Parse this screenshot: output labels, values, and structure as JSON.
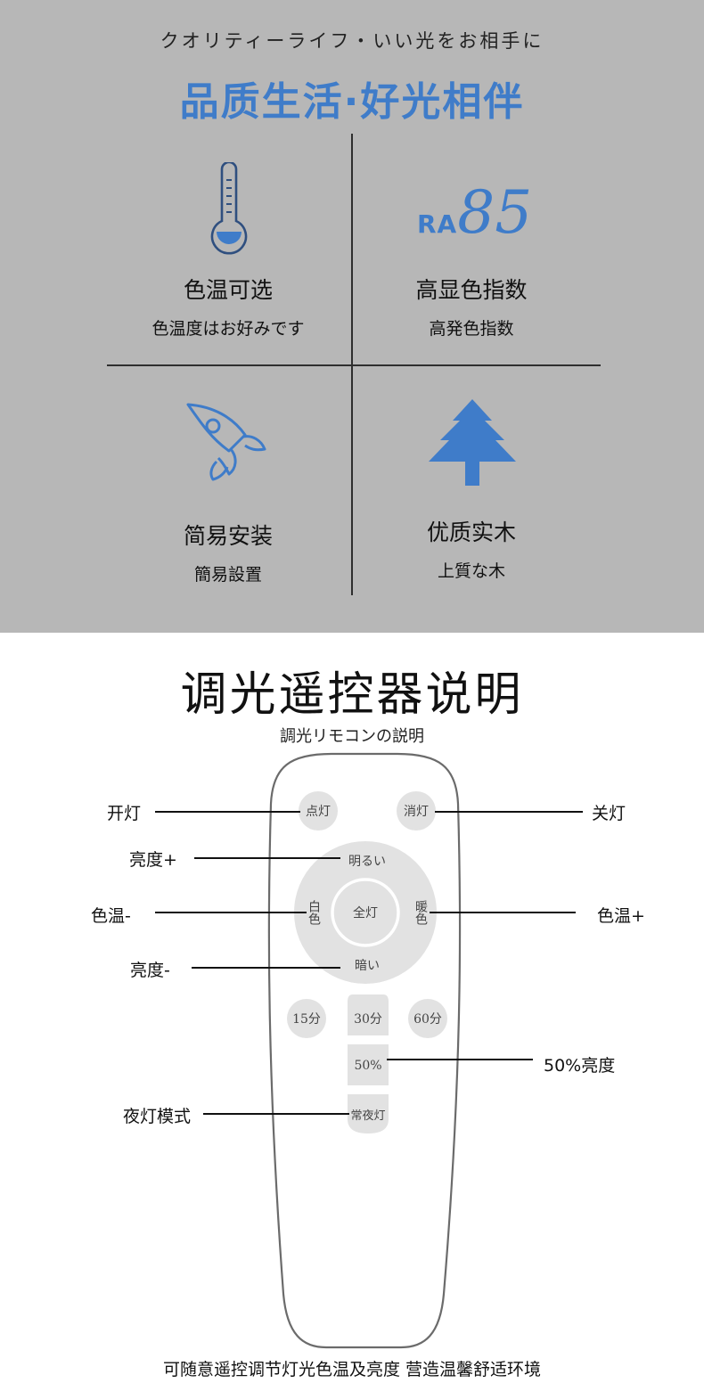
{
  "header": {
    "jp_tagline": "クオリティーライフ・いい光をお相手に",
    "headline": "品质生活·好光相伴"
  },
  "features": [
    {
      "title": "色温可选",
      "subtitle": "色温度はお好みです",
      "icon": "thermometer-icon"
    },
    {
      "title": "高显色指数",
      "subtitle": "高発色指数",
      "icon": "ra-badge"
    },
    {
      "title": "简易安装",
      "subtitle": "簡易設置",
      "icon": "rocket-icon"
    },
    {
      "title": "优质实木",
      "subtitle": "上質な木",
      "icon": "tree-icon"
    }
  ],
  "ra_badge": {
    "label": "RA",
    "value": "85"
  },
  "remote_section": {
    "title": "调光遥控器说明",
    "subtitle": "調光リモコンの説明"
  },
  "remote_buttons": {
    "on": "点灯",
    "off": "消灯",
    "bright_up": "明るい",
    "white": "白色",
    "all": "全灯",
    "warm": "暖色",
    "bright_down": "暗い",
    "t15": "15分",
    "t30": "30分",
    "t60": "60分",
    "half": "50%",
    "night": "常夜灯"
  },
  "callouts": {
    "on": "开灯",
    "off": "关灯",
    "bright_up": "亮度+",
    "cool": "色温-",
    "warm": "色温+",
    "bright_down": "亮度-",
    "half": "50%亮度",
    "night": "夜灯模式"
  },
  "footer": "可随意遥控调节灯光色温及亮度 营造温馨舒适环境",
  "colors": {
    "accent": "#3f7cc9",
    "panel": "#b7b7b7"
  }
}
